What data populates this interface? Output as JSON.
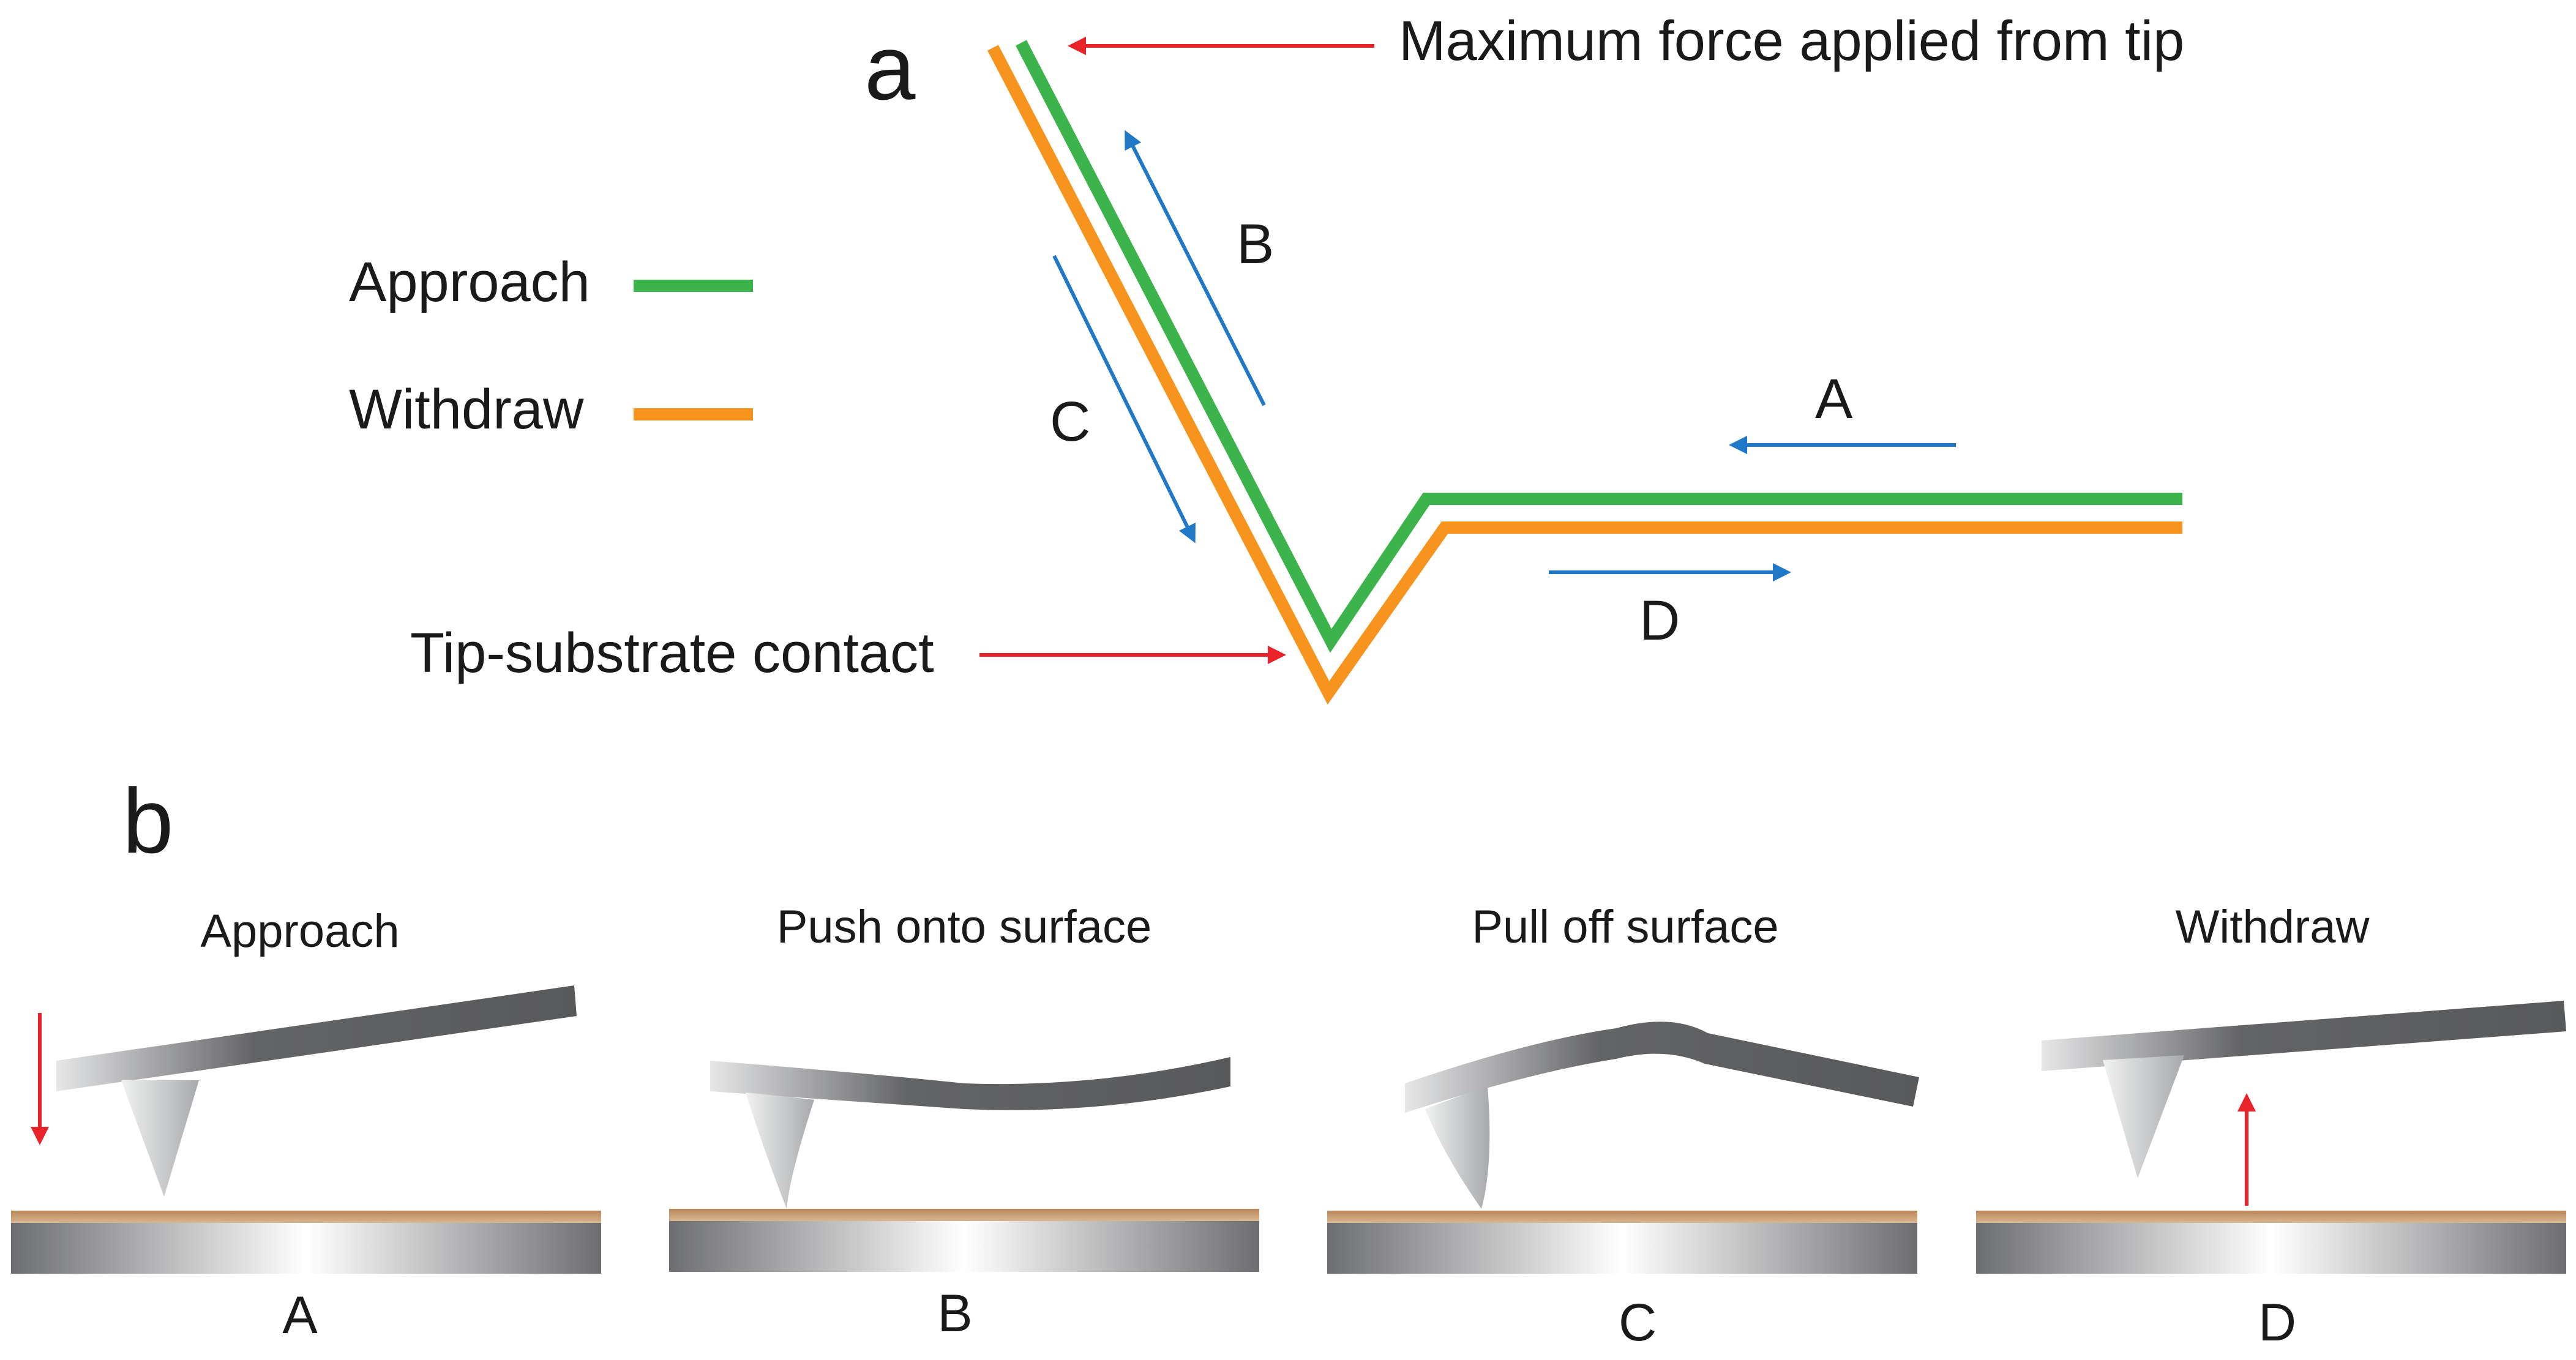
{
  "panel_a": {
    "letter": "a",
    "max_force_label": "Maximum force applied from tip",
    "contact_label": "Tip-substrate contact",
    "legend": [
      {
        "label": "Approach",
        "color": "#3cb44b"
      },
      {
        "label": "Withdraw",
        "color": "#f7941d"
      }
    ],
    "segments": {
      "A": "A",
      "B": "B",
      "C": "C",
      "D": "D"
    }
  },
  "panel_b": {
    "letter": "b",
    "scenes": [
      {
        "title": "Approach",
        "step": "A",
        "cantilever_state": "straight, tilted up",
        "arrow": "down"
      },
      {
        "title": "Push onto surface",
        "step": "B",
        "cantilever_state": "bent downward",
        "arrow": "none"
      },
      {
        "title": "Pull off surface",
        "step": "C",
        "cantilever_state": "bent upward",
        "arrow": "none"
      },
      {
        "title": "Withdraw",
        "step": "D",
        "cantilever_state": "straight, raised",
        "arrow": "up"
      }
    ]
  },
  "colors": {
    "approach": "#3cb44b",
    "withdraw": "#f7941d",
    "direction_arrow": "#1f78c8",
    "pointer_arrow": "#e8232a",
    "substrate_top": "#c49a6c",
    "substrate": "#6d6e71",
    "cantilever": "#636466"
  }
}
